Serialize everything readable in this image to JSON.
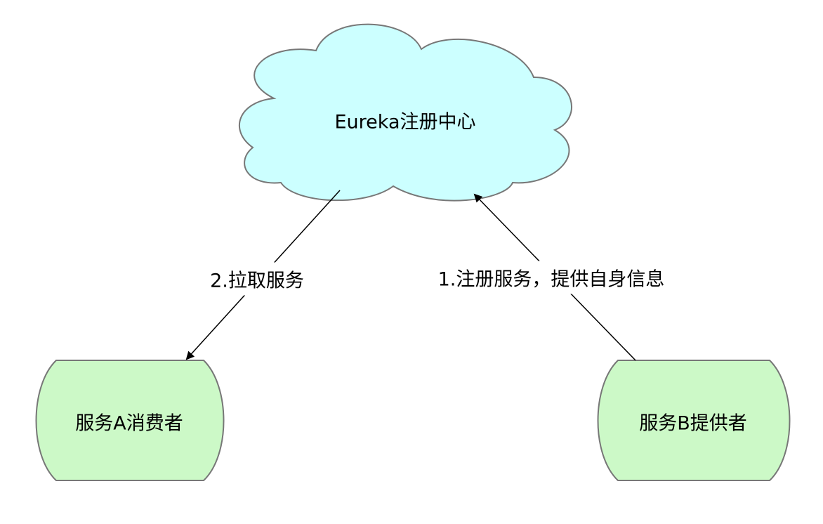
{
  "nodes": {
    "registry": {
      "label": "Eureka注册中心",
      "fill": "#ccffff",
      "stroke": "#777777"
    },
    "consumer": {
      "label": "服务A消费者",
      "fill": "#ccf9c7",
      "stroke": "#777777"
    },
    "provider": {
      "label": "服务B提供者",
      "fill": "#ccf9c7",
      "stroke": "#777777"
    }
  },
  "edges": {
    "pull": {
      "label": "2.拉取服务",
      "color": "#000000"
    },
    "register": {
      "label": "1.注册服务，提供自身信息",
      "color": "#000000"
    }
  }
}
